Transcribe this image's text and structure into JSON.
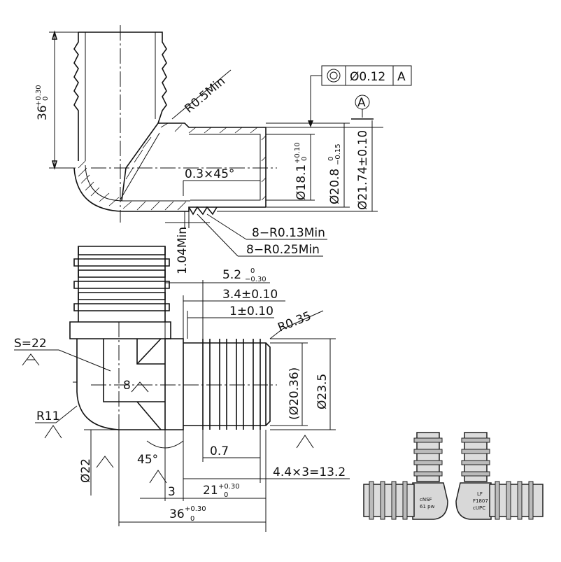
{
  "top_view": {
    "dim_height": "36",
    "dim_height_tol_upper": "+0.30",
    "dim_height_tol_lower": "0",
    "radius_min": "R0.5Min",
    "chamfer": "0.3×45°",
    "dim_bore": "Ø18.1",
    "dim_bore_tol_upper": "+0.10",
    "dim_bore_tol_lower": "0",
    "dim_od1": "Ø20.8",
    "dim_od1_tol_upper": "0",
    "dim_od1_tol_lower": "−0.15",
    "dim_od2": "Ø21.74±0.10",
    "gdt_value": "Ø0.12",
    "gdt_datum": "A",
    "datum_label": "A",
    "barb_radius1": "8−R0.13Min",
    "barb_radius2": "8−R0.25Min",
    "min_length": "1.04Min"
  },
  "bottom_view": {
    "dim_5_2": "5.2",
    "dim_5_2_tol_upper": "0",
    "dim_5_2_tol_lower": "−0.30",
    "dim_3_4": "3.4±0.10",
    "dim_1": "1±0.10",
    "radius": "R0.35",
    "hex": "S=22",
    "dim_8": "8",
    "dim_inner": "(Ø20.36)",
    "dim_outer": "Ø23.5",
    "radius_r11": "R11",
    "dim_22": "Ø22",
    "angle": "45°",
    "dim_0_7": "0.7",
    "dim_pitch": "4.4×3=13.2",
    "dim_3": "3",
    "dim_21": "21",
    "dim_21_tol_upper": "+0.30",
    "dim_21_tol_lower": "0",
    "dim_36": "36",
    "dim_36_tol_upper": "+0.30",
    "dim_36_tol_lower": "0"
  },
  "photo_markings": {
    "left_marking_1": "cNSF",
    "left_marking_2": "61 pw",
    "right_marking_1": "LF",
    "right_marking_2": "F1807",
    "right_marking_3": "cUPC"
  }
}
